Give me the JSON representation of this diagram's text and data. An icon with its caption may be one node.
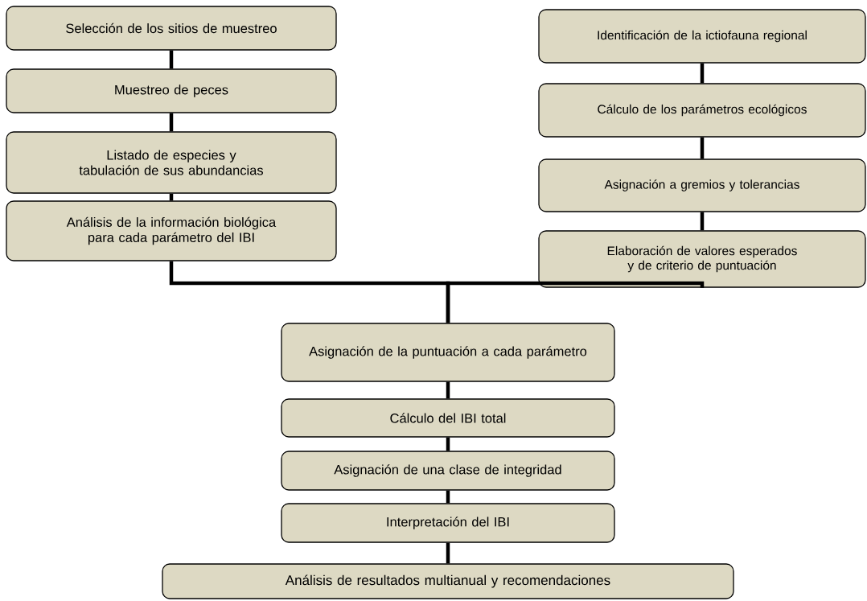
{
  "diagram": {
    "nodes": [
      {
        "text": [
          "Selección de los sitios de muestreo"
        ]
      },
      {
        "text": [
          "Muestreo de peces"
        ]
      },
      {
        "text": [
          "Listado de especies y tabulación de sus abundancias"
        ]
      },
      {
        "text": [
          "Análisis de la información biológica para cada parámetro del IBI"
        ]
      },
      {
        "text": [
          "Identificación de la ictiofauna regional"
        ]
      },
      {
        "text": [
          "Cálculo de los parámetros ecológicos"
        ]
      },
      {
        "text": [
          "Asignación a gremios y tolerancias"
        ]
      },
      {
        "text": [
          "Elaboración de valores esperados y de criterio de puntuación"
        ]
      },
      {
        "text": [
          "Asignación de la puntuación a cada parámetro"
        ]
      },
      {
        "text": [
          "Cálculo del IBI total"
        ]
      },
      {
        "text": [
          "Asignación de una clase de integridad"
        ]
      },
      {
        "text": [
          "Interpretación del IBI"
        ]
      },
      {
        "text": [
          "Análisis de resultados multianual y recomendaciones"
        ]
      }
    ],
    "edges": [
      {
        "from": 0,
        "to": 1,
        "arrow": "none"
      },
      {
        "from": 1,
        "to": 2,
        "arrow": "none"
      },
      {
        "from": 2,
        "to": 3,
        "arrow": "none"
      },
      {
        "from": 4,
        "to": 5,
        "arrow": "none"
      },
      {
        "from": 5,
        "to": 6,
        "arrow": "none"
      },
      {
        "from": 6,
        "to": 7,
        "arrow": "none"
      },
      {
        "from": 3,
        "to": 8,
        "arrow": "none"
      },
      {
        "from": 7,
        "to": 8,
        "arrow": "none"
      },
      {
        "from": 8,
        "to": 9,
        "arrow": "none"
      },
      {
        "from": 9,
        "to": 10,
        "arrow": "none"
      },
      {
        "from": 10,
        "to": 11,
        "arrow": "none"
      },
      {
        "from": 11,
        "to": 12,
        "arrow": "none"
      }
    ]
  }
}
